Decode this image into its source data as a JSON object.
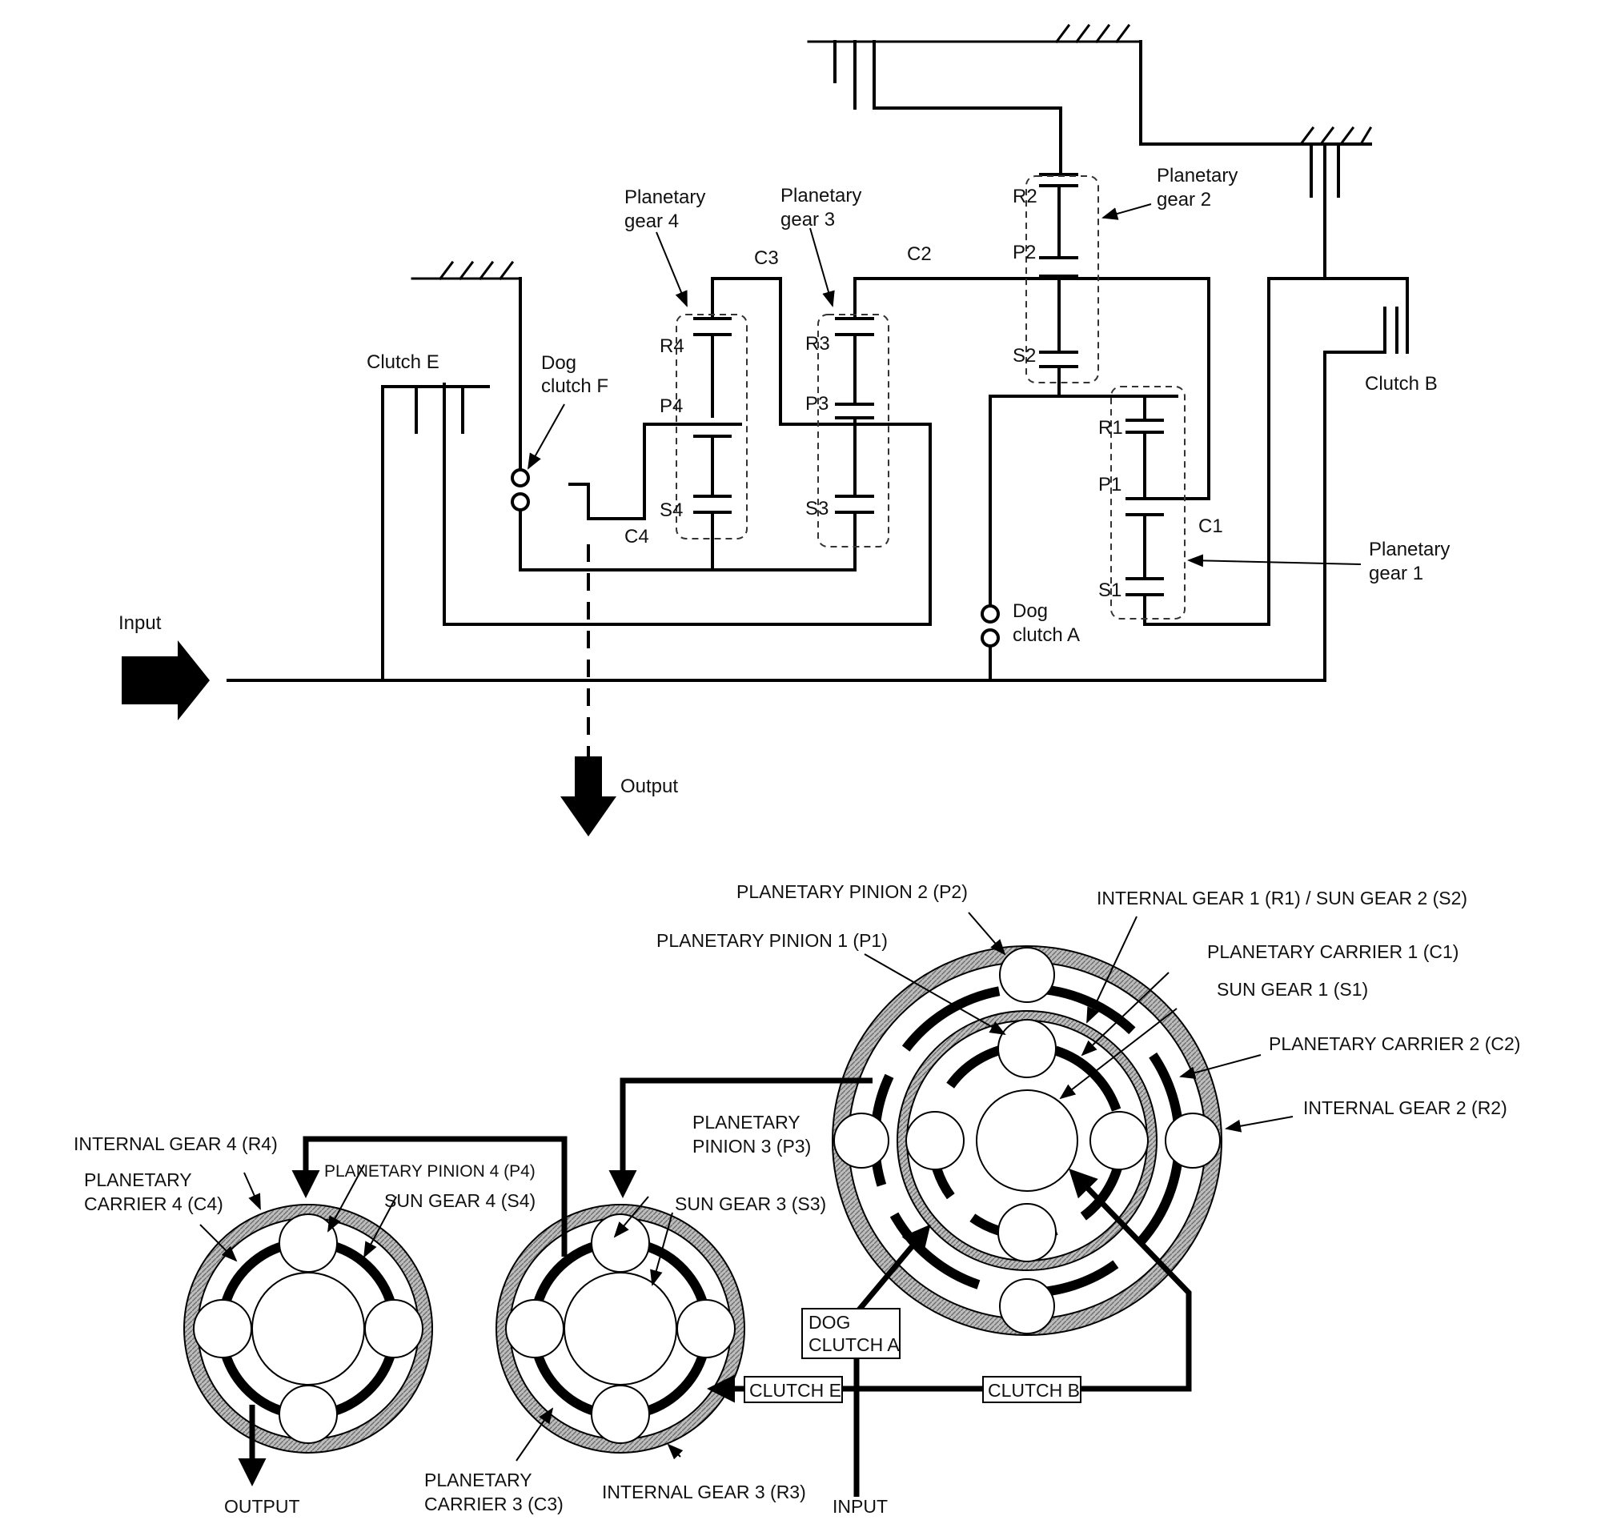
{
  "schematic": {
    "input": "Input",
    "output": "Output",
    "clutch_e": "Clutch E",
    "clutch_b": "Clutch B",
    "dog_clutch_f": [
      "Dog",
      "clutch F"
    ],
    "dog_clutch_a": [
      "Dog",
      "clutch A"
    ],
    "planetary_gear_1": [
      "Planetary",
      "gear 1"
    ],
    "planetary_gear_2": [
      "Planetary",
      "gear 2"
    ],
    "planetary_gear_3": [
      "Planetary",
      "gear 3"
    ],
    "planetary_gear_4": [
      "Planetary",
      "gear 4"
    ],
    "c1": "C1",
    "c2": "C2",
    "c3": "C3",
    "c4": "C4",
    "r1": "R1",
    "p1": "P1",
    "s1": "S1",
    "r2": "R2",
    "p2": "P2",
    "s2": "S2",
    "r3": "R3",
    "p3": "P3",
    "s3": "S3",
    "r4": "R4",
    "p4": "P4",
    "s4": "S4"
  },
  "lever": {
    "p2": "PLANETARY PINION 2 (P2)",
    "r1_s2": "INTERNAL GEAR 1 (R1) / SUN GEAR 2 (S2)",
    "p1": "PLANETARY PINION 1 (P1)",
    "c1": "PLANETARY CARRIER 1 (C1)",
    "s1": "SUN GEAR 1 (S1)",
    "c2": "PLANETARY CARRIER 2 (C2)",
    "r2": "INTERNAL GEAR 2 (R2)",
    "p3": [
      "PLANETARY",
      "PINION 3 (P3)"
    ],
    "s3": "SUN GEAR 3 (S3)",
    "r4": "INTERNAL GEAR 4 (R4)",
    "c4": [
      "PLANETARY",
      "CARRIER 4 (C4)"
    ],
    "p4": "PLANETARY PINION 4 (P4)",
    "s4": "SUN GEAR 4 (S4)",
    "c3": [
      "PLANETARY",
      "CARRIER 3 (C3)"
    ],
    "r3": "INTERNAL GEAR 3 (R3)",
    "dog_clutch_a": [
      "DOG",
      "CLUTCH A"
    ],
    "clutch_e": "CLUTCH E",
    "clutch_b": "CLUTCH B",
    "output": "OUTPUT",
    "input": "INPUT"
  },
  "colors": {
    "line": "#000000",
    "hatch": "#9a9a9a",
    "background": "#ffffff"
  }
}
